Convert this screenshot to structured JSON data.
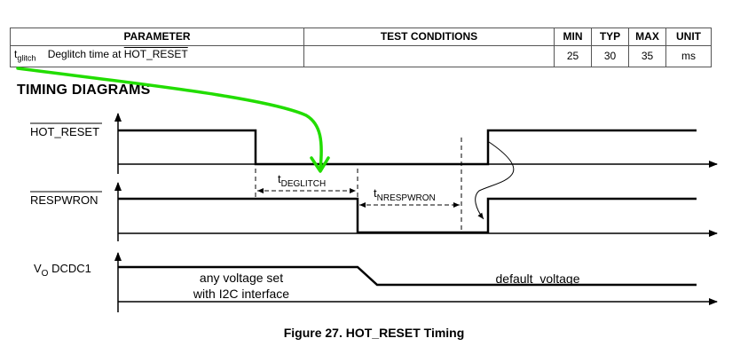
{
  "table": {
    "headers": [
      "PARAMETER",
      "TEST CONDITIONS",
      "MIN",
      "TYP",
      "MAX",
      "UNIT"
    ],
    "row": {
      "symbol_main": "t",
      "symbol_sub": "glitch",
      "description": "Deglitch time at",
      "description_signal": "HOT_RESET",
      "test_conditions": "",
      "min": "25",
      "typ": "30",
      "max": "35",
      "unit": "ms"
    }
  },
  "timing_title": "TIMING DIAGRAMS",
  "diagram": {
    "signals": {
      "hot_reset": "HOT_RESET",
      "respwron": "RESPWRON",
      "vo_main": "V",
      "vo_sub": "O",
      "vo_suffix": " DCDC1"
    },
    "annotations": {
      "t_deglitch_main": "t",
      "t_deglitch_sub": "DEGLITCH",
      "t_nrespwron_main": "t",
      "t_nrespwron_sub": "NRESPWRON",
      "any_voltage_line1": "any voltage set",
      "any_voltage_line2": "with I2C interface",
      "default_voltage": "default_voltage"
    },
    "highlight_color": "#22dd00"
  },
  "caption": "Figure 27.  HOT_RESET Timing"
}
